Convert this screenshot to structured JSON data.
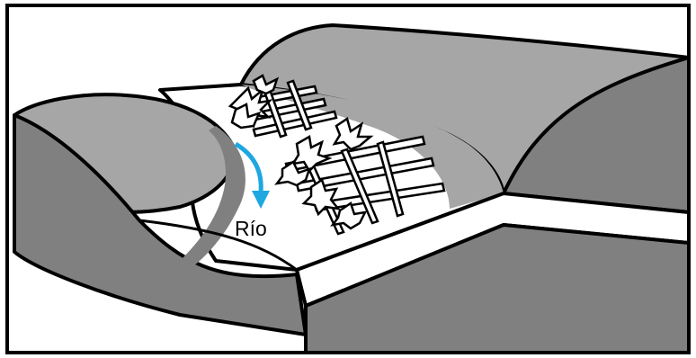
{
  "diagram": {
    "labels": {
      "river": "Río"
    },
    "colors": {
      "terrain_fill": "#a6a6a6",
      "side_fill": "#7f7f7f",
      "valley_floor": "#ffffff",
      "outline": "#000000",
      "flow_arrow": "#1ea7e1",
      "fence_fill": "#ffffff"
    },
    "icons": [
      "river-flow-arrow",
      "fence-barrier",
      "tree-shrub"
    ]
  }
}
